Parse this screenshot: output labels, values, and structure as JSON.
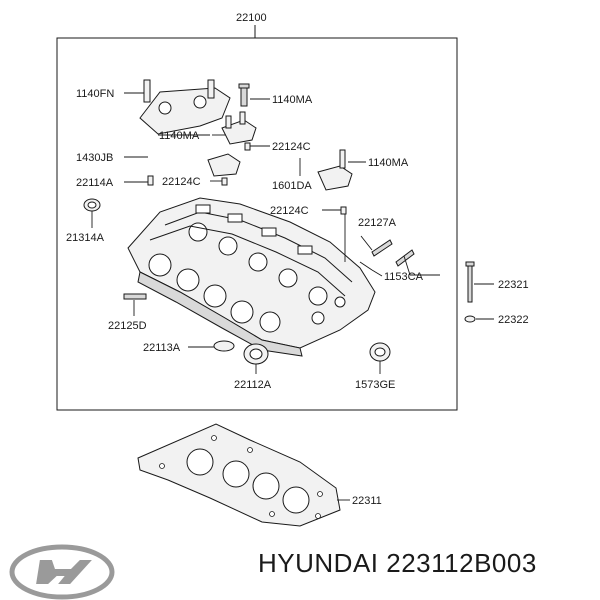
{
  "diagram": {
    "main_assembly_label": "22100",
    "parts": [
      {
        "id": "1140FN"
      },
      {
        "id": "1140MA"
      },
      {
        "id": "1140MA"
      },
      {
        "id": "1140MA"
      },
      {
        "id": "22124C"
      },
      {
        "id": "22124C"
      },
      {
        "id": "22124C"
      },
      {
        "id": "1430JB"
      },
      {
        "id": "1601DA"
      },
      {
        "id": "22114A"
      },
      {
        "id": "22127A"
      },
      {
        "id": "21314A"
      },
      {
        "id": "1153CA"
      },
      {
        "id": "22321"
      },
      {
        "id": "22322"
      },
      {
        "id": "22125D"
      },
      {
        "id": "22113A"
      },
      {
        "id": "22112A"
      },
      {
        "id": "1573GE"
      },
      {
        "id": "22311"
      }
    ]
  },
  "footer": {
    "brand": "HYUNDAI",
    "part_number": "223112B003",
    "logo": "hyundai-logo"
  },
  "colors": {
    "line": "#1a1a1a",
    "part_fill": "#f2f2f2",
    "part_shade": "#d9d9d9"
  }
}
